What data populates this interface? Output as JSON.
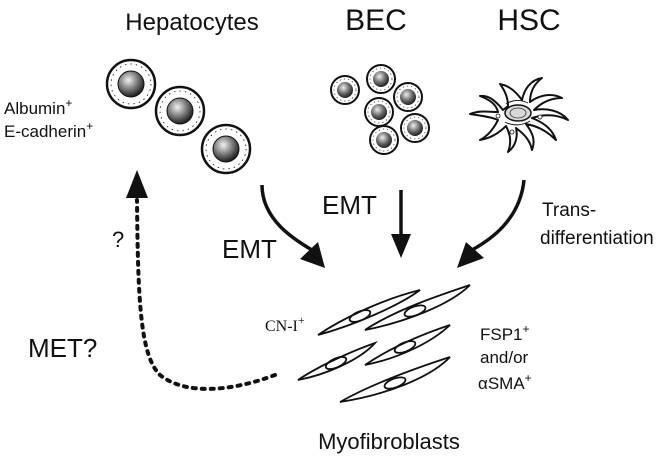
{
  "cells": {
    "hepatocytes": {
      "label": "Hepatocytes",
      "markers": [
        "Albumin",
        "E-cadherin"
      ],
      "marker_sup": "+"
    },
    "bec": {
      "label": "BEC"
    },
    "hsc": {
      "label": "HSC"
    }
  },
  "transitions": {
    "hepatocytes_to_myo": "EMT",
    "bec_to_myo": "EMT",
    "hsc_to_myo": [
      "Trans-",
      "differentiation"
    ],
    "myo_to_hepatocytes_q": "?",
    "myo_to_hepatocytes": "MET?"
  },
  "myofibroblasts": {
    "label": "Myofibroblasts",
    "left_marker": "CN-I",
    "right_markers": [
      "FSP1",
      "and/or",
      "αSMA"
    ],
    "sup": "+"
  }
}
